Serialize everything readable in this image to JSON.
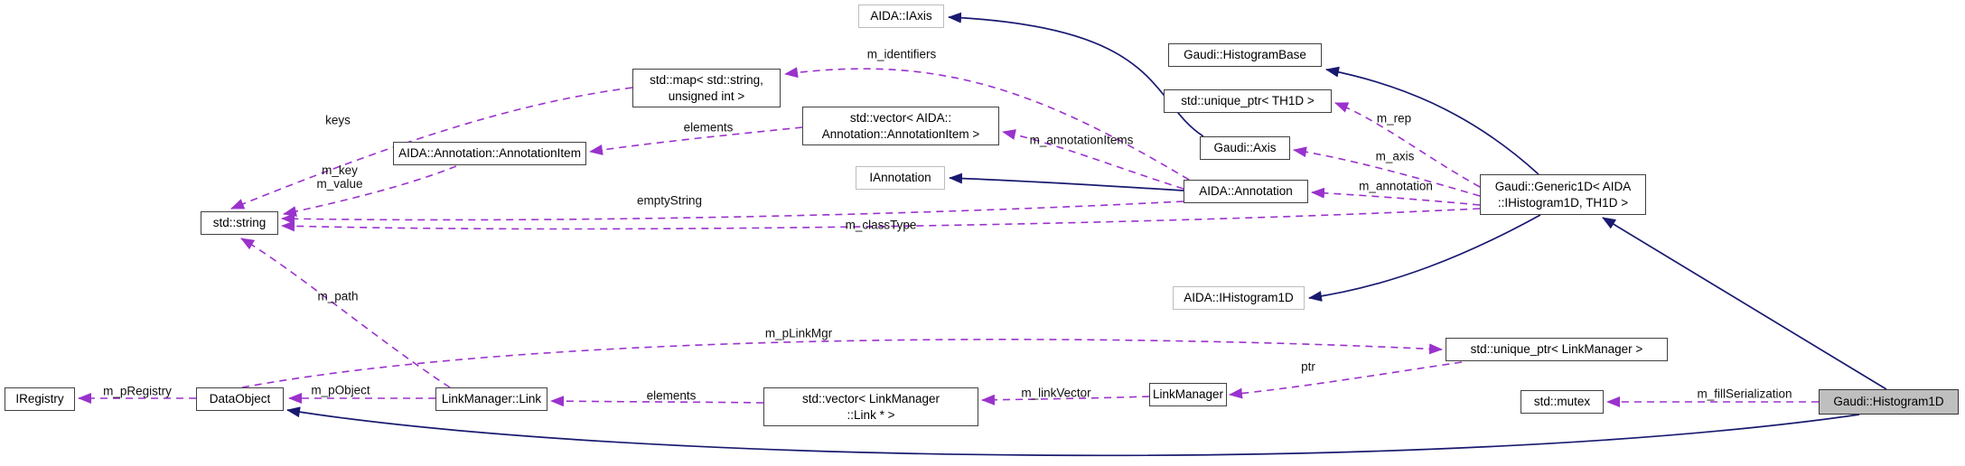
{
  "nodes": [
    {
      "id": "aida-iaxis",
      "label": "AIDA::IAxis",
      "kind": "external-interface"
    },
    {
      "id": "gaudi-histogram-base",
      "label": "Gaudi::HistogramBase",
      "kind": "class"
    },
    {
      "id": "std-unique-ptr-th1d",
      "label": "std::unique_ptr< TH1D >",
      "kind": "class"
    },
    {
      "id": "gaudi-axis",
      "label": "Gaudi::Axis",
      "kind": "class"
    },
    {
      "id": "aida-annotation",
      "label": "AIDA::Annotation",
      "kind": "class"
    },
    {
      "id": "gaudi-generic1d",
      "label": "Gaudi::Generic1D< AIDA\n::IHistogram1D, TH1D >",
      "kind": "class"
    },
    {
      "id": "std-map-string-unsigned-int",
      "label": "std::map< std::string,\nunsigned int >",
      "kind": "class"
    },
    {
      "id": "std-vector-annotationitem",
      "label": "std::vector< AIDA::\nAnnotation::AnnotationItem >",
      "kind": "class"
    },
    {
      "id": "aida-annotation-annotationitem",
      "label": "AIDA::Annotation::AnnotationItem",
      "kind": "class"
    },
    {
      "id": "iannotation",
      "label": "IAnnotation",
      "kind": "external-interface"
    },
    {
      "id": "std-string",
      "label": "std::string",
      "kind": "class"
    },
    {
      "id": "aida-ihistogram1d",
      "label": "AIDA::IHistogram1D",
      "kind": "external-interface"
    },
    {
      "id": "std-unique-ptr-linkmanager",
      "label": "std::unique_ptr< LinkManager >",
      "kind": "class"
    },
    {
      "id": "iregistry",
      "label": "IRegistry",
      "kind": "class"
    },
    {
      "id": "dataobject",
      "label": "DataObject",
      "kind": "class"
    },
    {
      "id": "linkmanager-link",
      "label": "LinkManager::Link",
      "kind": "class"
    },
    {
      "id": "std-vector-linkmanager-link",
      "label": "std::vector< LinkManager\n::Link * >",
      "kind": "class"
    },
    {
      "id": "linkmanager",
      "label": "LinkManager",
      "kind": "class"
    },
    {
      "id": "std-mutex",
      "label": "std::mutex",
      "kind": "class"
    },
    {
      "id": "gaudi-histogram1d",
      "label": "Gaudi::Histogram1D",
      "kind": "current-class"
    }
  ],
  "edge_labels": [
    {
      "name": "m_identifiers",
      "label": "m_identifiers"
    },
    {
      "name": "keys",
      "label": "keys"
    },
    {
      "name": "elements-top",
      "label": "elements"
    },
    {
      "name": "m_key-m_value",
      "label": "m_key\nm_value"
    },
    {
      "name": "m_annotationItems",
      "label": "m_annotationItems"
    },
    {
      "name": "emptyString",
      "label": "emptyString"
    },
    {
      "name": "m_classType",
      "label": "m_classType"
    },
    {
      "name": "m_rep",
      "label": "m_rep"
    },
    {
      "name": "m_axis",
      "label": "m_axis"
    },
    {
      "name": "m_annotation",
      "label": "m_annotation"
    },
    {
      "name": "m_path",
      "label": "m_path"
    },
    {
      "name": "m_pLinkMgr",
      "label": "m_pLinkMgr"
    },
    {
      "name": "m_pRegistry",
      "label": "m_pRegistry"
    },
    {
      "name": "m_pObject",
      "label": "m_pObject"
    },
    {
      "name": "elements-bottom",
      "label": "elements"
    },
    {
      "name": "m_linkVector",
      "label": "m_linkVector"
    },
    {
      "name": "ptr",
      "label": "ptr"
    },
    {
      "name": "m_fillSerialization",
      "label": "m_fillSerialization"
    }
  ],
  "colors": {
    "usage_edge": "#9a32cc",
    "inheritance_edge": "#191970",
    "node_border": "#404040",
    "external_node_border": "#bdbdbd",
    "selected_node_fill": "#bfbfbf"
  }
}
